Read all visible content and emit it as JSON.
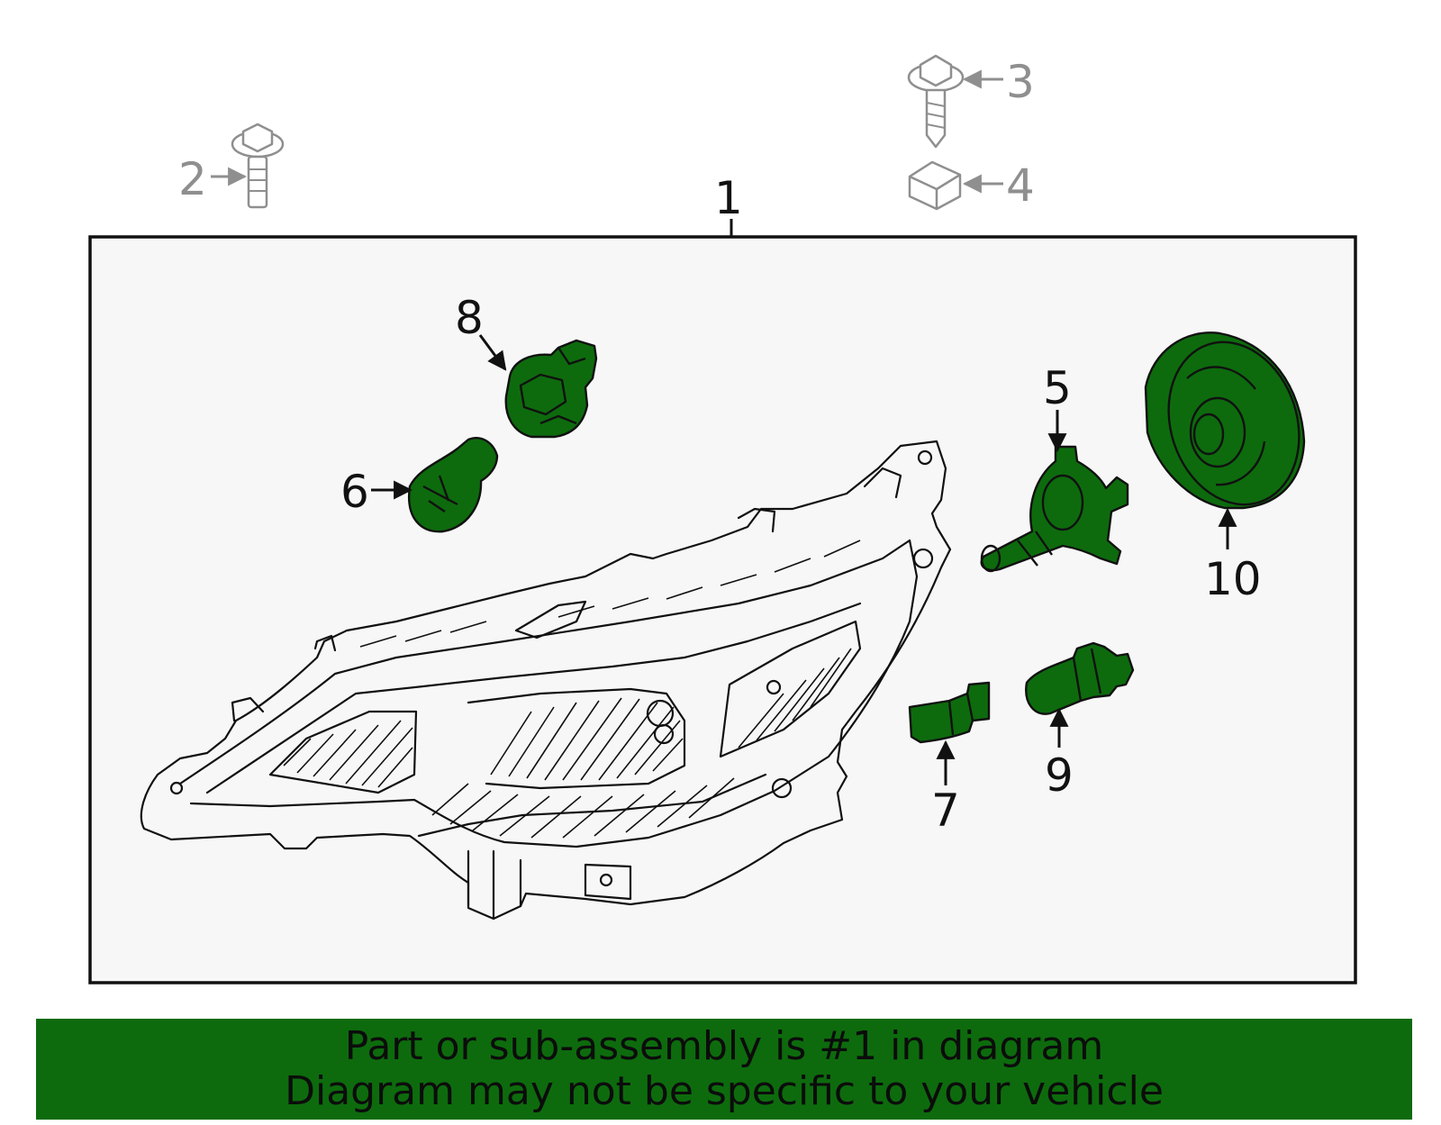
{
  "callouts": {
    "c1": "1",
    "c2": "2",
    "c3": "3",
    "c4": "4",
    "c5": "5",
    "c6": "6",
    "c7": "7",
    "c8": "8",
    "c9": "9",
    "c10": "10"
  },
  "footer": {
    "line1": "Part or sub-assembly is #1 in diagram",
    "line2": "Diagram may not be specific to your vehicle"
  },
  "colors": {
    "highlight_part": "#0d6b0d",
    "footer_band": "#0d6b0d",
    "panel_bg": "#f7f7f7",
    "grey_part": "#8f8f8f"
  }
}
